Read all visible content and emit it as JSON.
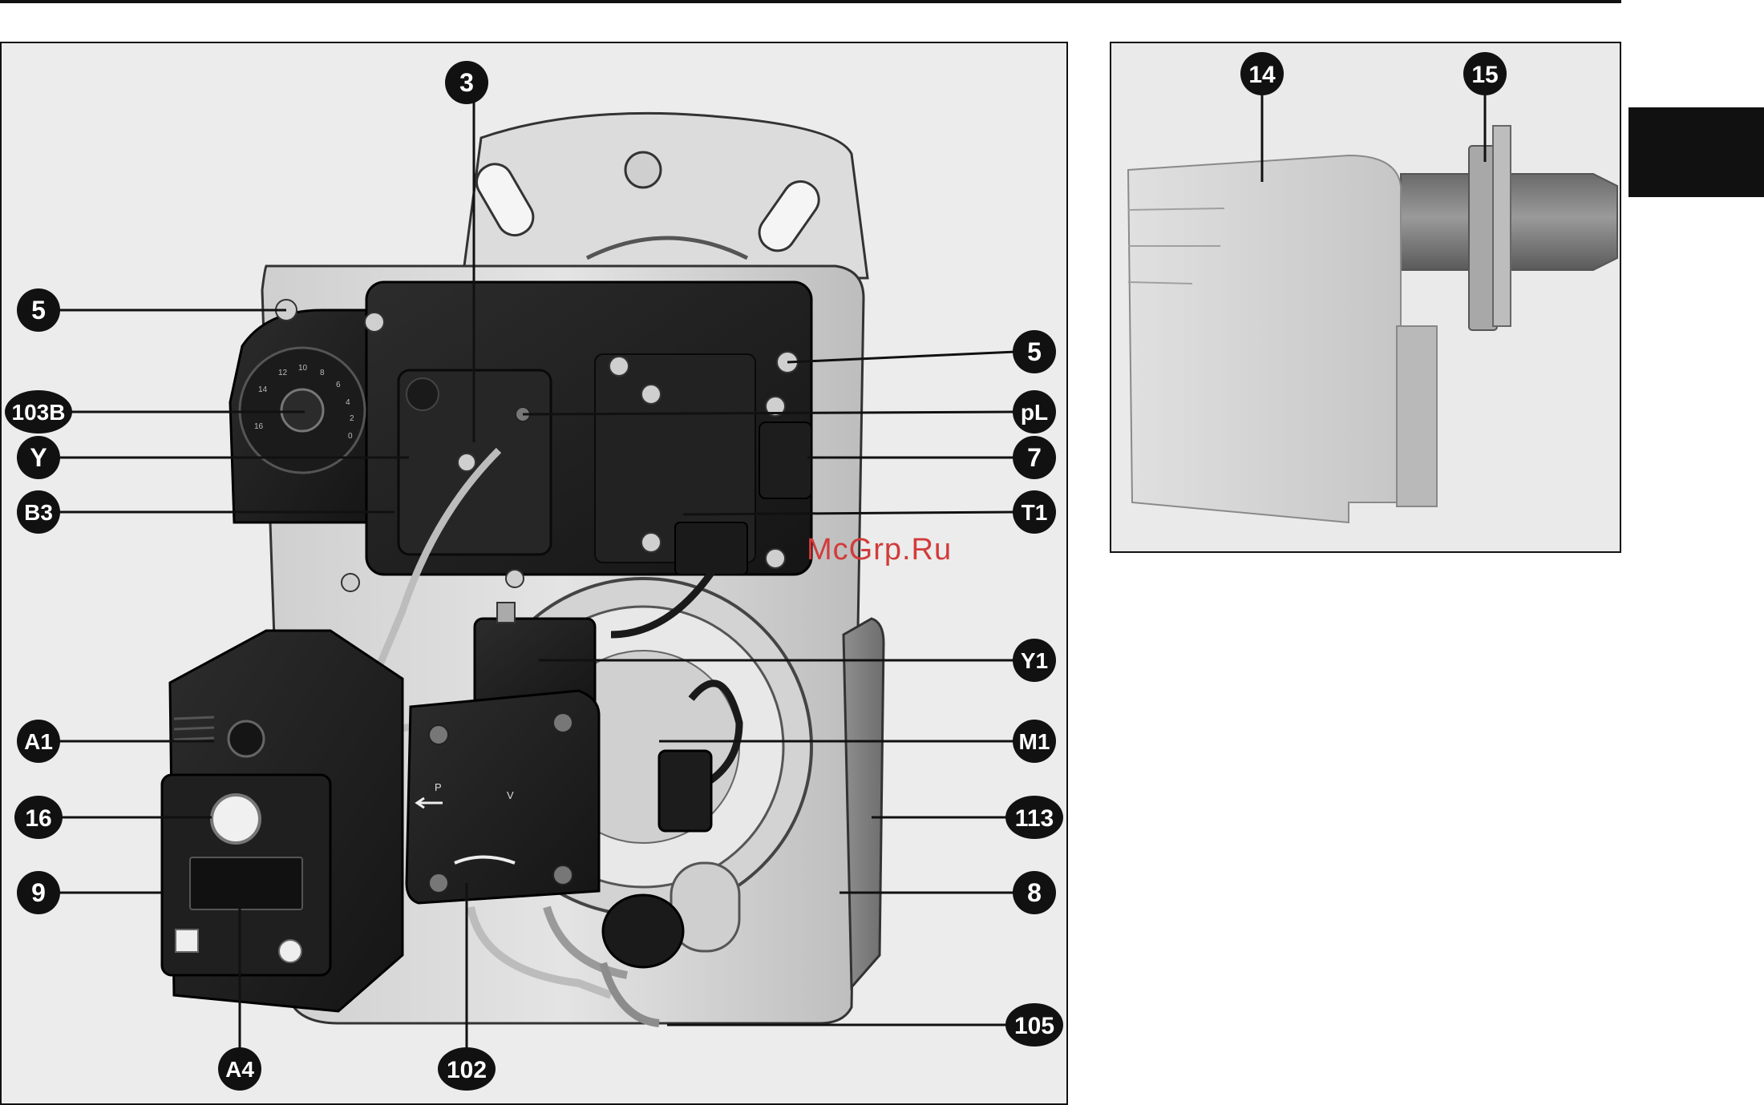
{
  "callouts": {
    "c3": "3",
    "c5a": "5",
    "c5b": "5",
    "c103b": "103B",
    "cpl": "pL",
    "cy": "Y",
    "c7": "7",
    "cb3": "B3",
    "ct1": "T1",
    "cy1": "Y1",
    "ca1": "A1",
    "cm1": "M1",
    "c16": "16",
    "c113": "113",
    "c9": "9",
    "c8": "8",
    "c105": "105",
    "ca4": "A4",
    "c102": "102",
    "c14": "14",
    "c15": "15"
  },
  "pump_marks": {
    "p": "P",
    "v": "V"
  },
  "dial_ticks": [
    "16",
    "14",
    "12",
    "10",
    "8",
    "6",
    "4",
    "2",
    "0"
  ],
  "watermark": "McGrp.Ru",
  "colors": {
    "callout_fill": "#111111",
    "housing": "#d9d9d9",
    "dark_unit": "#1e1e1e"
  }
}
